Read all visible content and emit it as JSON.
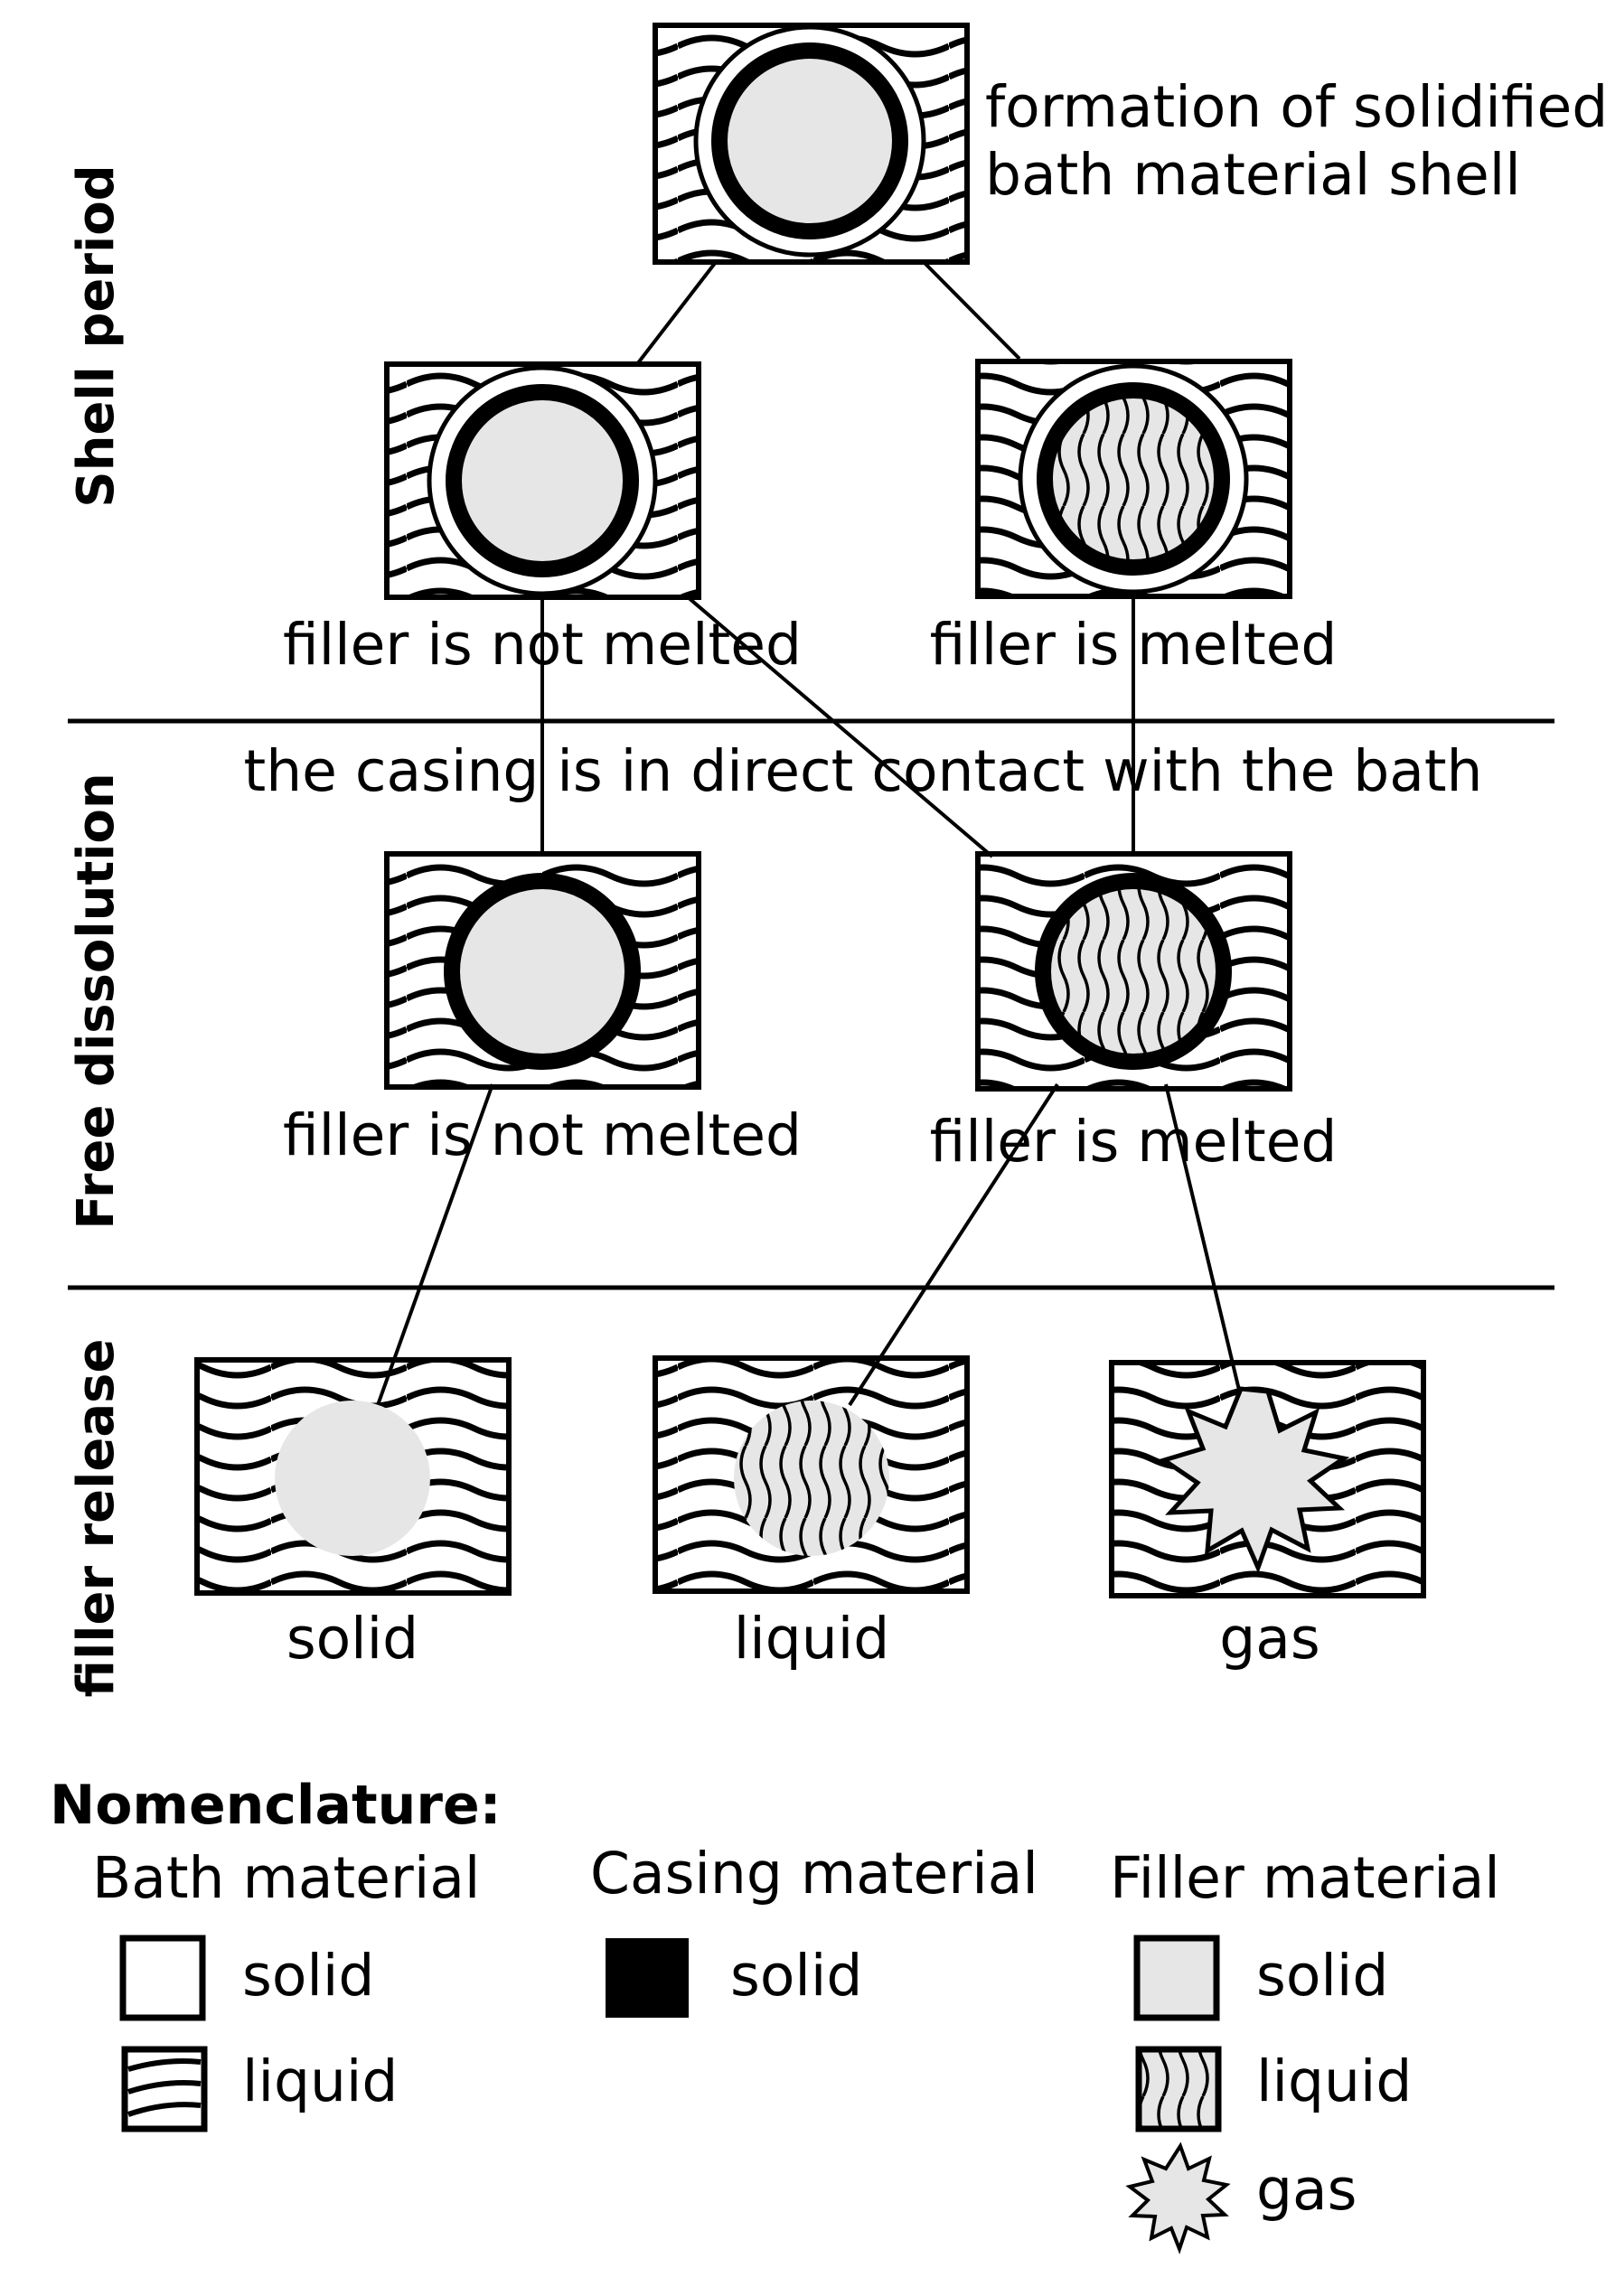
{
  "sections": {
    "shell_period": "Shell period",
    "free_dissolution": "Free dissolution",
    "filler_release": "filler release"
  },
  "notes": {
    "shell_line1": "formation of solidified",
    "shell_line2": "bath material shell",
    "contact": "the casing is in direct contact with the bath"
  },
  "states": {
    "shell_not_melted": "filler is not melted",
    "shell_melted": "filler is melted",
    "free_not_melted": "filler is not melted",
    "free_melted": "filler is melted",
    "release_solid": "solid",
    "release_liquid": "liquid",
    "release_gas": "gas"
  },
  "legend": {
    "title": "Nomenclature:",
    "bath": {
      "title": "Bath material",
      "solid": "solid",
      "liquid": "liquid"
    },
    "casing": {
      "title": "Casing material",
      "solid": "solid"
    },
    "filler": {
      "title": "Filler material",
      "solid": "solid",
      "liquid": "liquid",
      "gas": "gas"
    }
  },
  "colors": {
    "filler_solid": "#e6e6e6",
    "casing": "#000000",
    "bath_solid": "#ffffff"
  },
  "icons": {
    "bath_liquid": "wavy-horizontal-lines",
    "filler_liquid": "wavy-vertical-lines",
    "filler_gas": "star-burst"
  }
}
